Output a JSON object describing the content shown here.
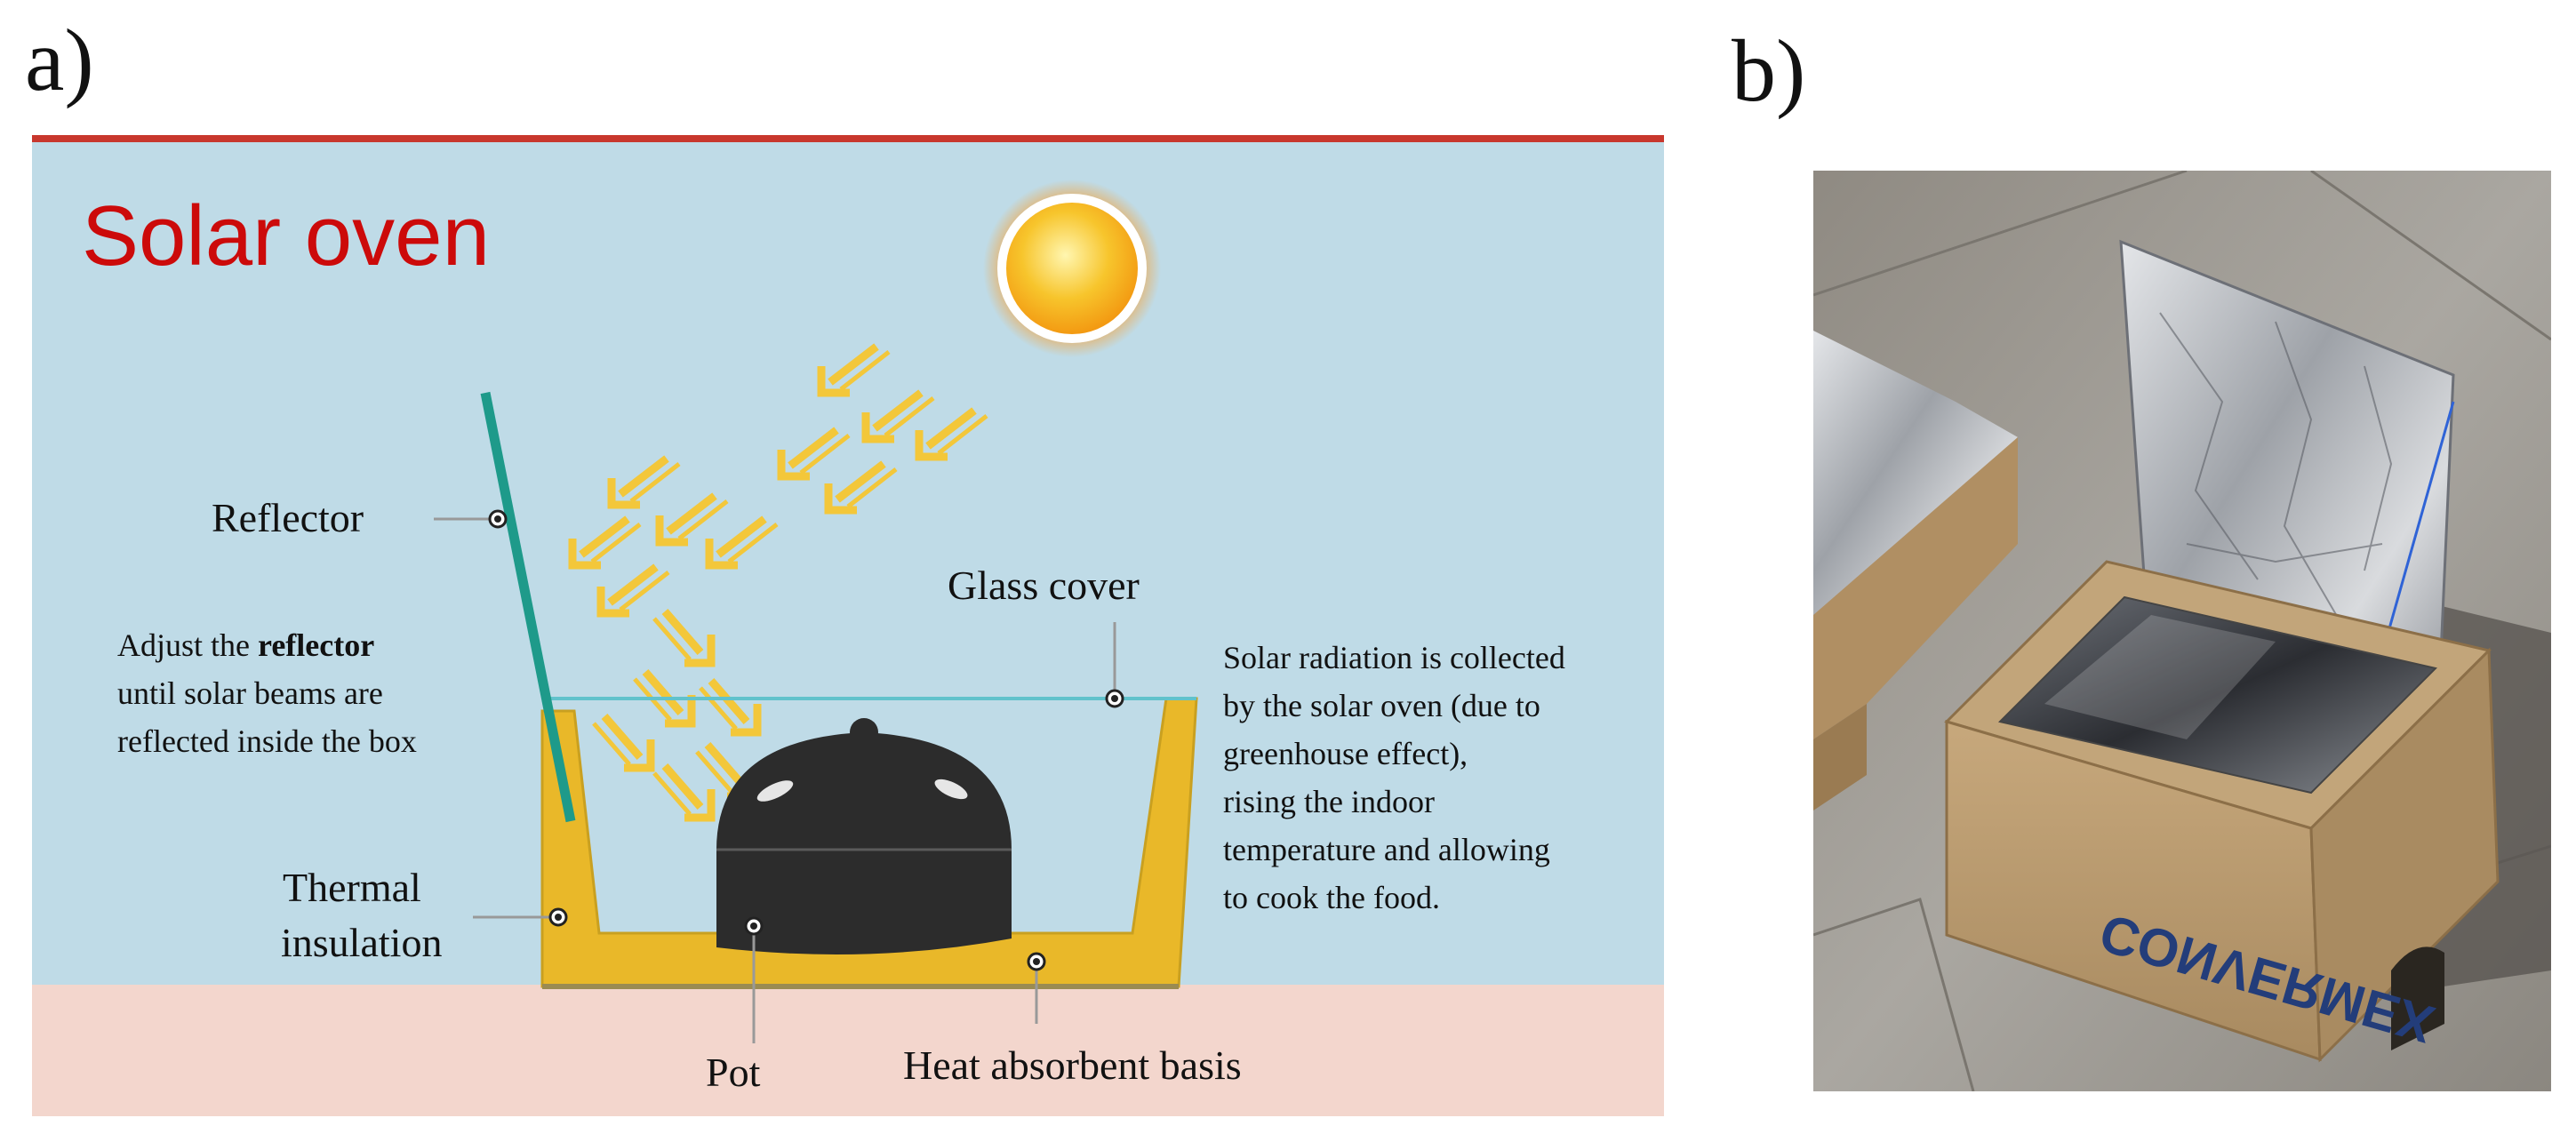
{
  "panels": {
    "a_label": "a)",
    "b_label": "b)"
  },
  "diagram": {
    "title": "Solar oven",
    "labels": {
      "reflector": "Reflector",
      "glass_cover": "Glass cover",
      "thermal_insulation_line1": "Thermal",
      "thermal_insulation_line2": "insulation",
      "pot": "Pot",
      "heat_basis": "Heat absorbent basis"
    },
    "note_left": {
      "line1_prefix": "Adjust the ",
      "line1_bold": "reflector",
      "line2": "until solar beams are",
      "line3": "reflected inside the box"
    },
    "note_right": [
      "Solar radiation is collected",
      "by the solar oven (due to",
      "greenhouse effect),",
      "rising the indoor",
      "temperature and allowing",
      "to cook the food."
    ],
    "colors": {
      "sky": "#bfdbe7",
      "ground": "#f3d6cd",
      "top_bar": "#c8372d",
      "title": "#cc0a0a",
      "insulation": "#e9b829",
      "reflector": "#1e9a8a",
      "glass": "#61c2cc",
      "pot": "#2c2c2c",
      "beam": "#f3c73a"
    }
  },
  "photo": {
    "box_brand": "CONVERMEX",
    "colors": {
      "ground": "#a09d97",
      "cardboard": "#b99a71",
      "foil": "#c9cbcf",
      "blue_print": "#233d7a"
    }
  }
}
